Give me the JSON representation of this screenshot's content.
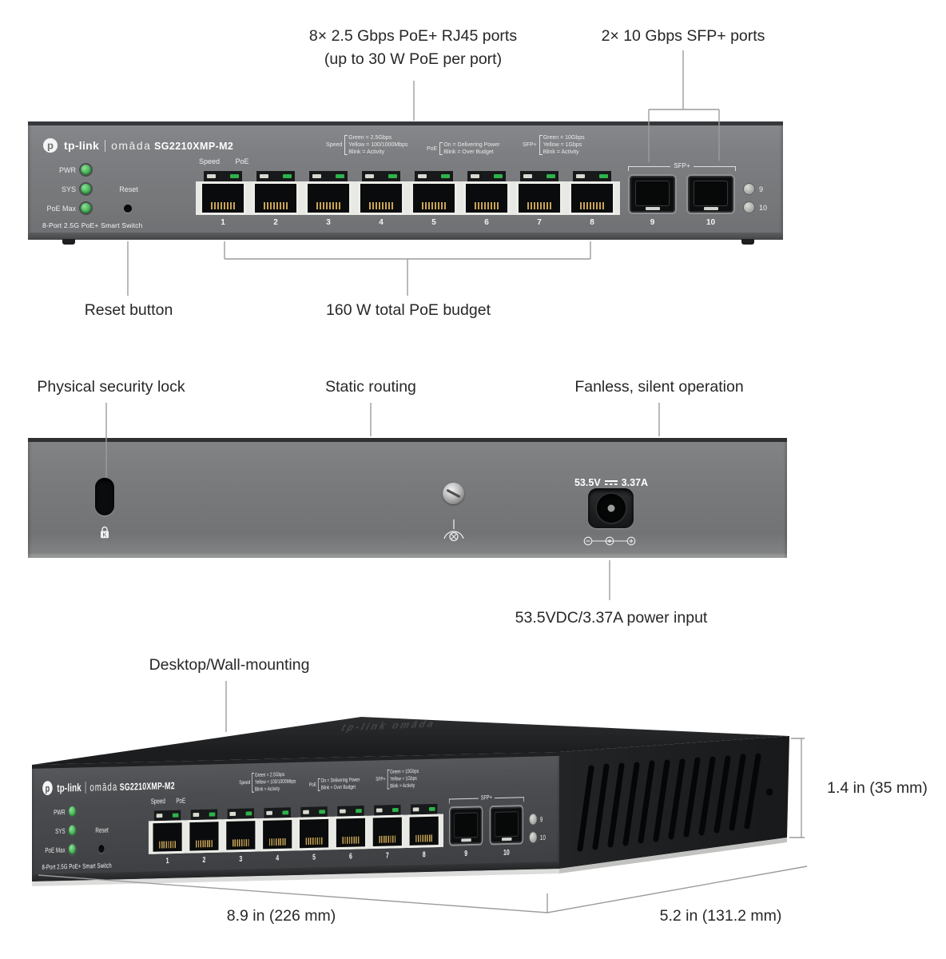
{
  "annotations": {
    "rj45_ports_line1": "8× 2.5 Gbps PoE+ RJ45 ports",
    "rj45_ports_line2": "(up to 30 W PoE per port)",
    "sfp_ports": "2× 10 Gbps SFP+ ports",
    "reset_button": "Reset button",
    "poe_budget": "160 W total PoE budget",
    "security_lock": "Physical security lock",
    "static_routing": "Static routing",
    "fanless": "Fanless, silent operation",
    "power_input": "53.5VDC/3.37A power input",
    "mounting": "Desktop/Wall-mounting",
    "dim_height": "1.4 in (35 mm)",
    "dim_width": "8.9 in (226 mm)",
    "dim_depth": "5.2 in (131.2 mm)"
  },
  "device": {
    "brand": "tp-link",
    "brand_sub": "omāda",
    "model": "SG2210XMP-M2",
    "tagline": "8-Port 2.5G PoE+ Smart Switch",
    "led_labels": [
      "PWR",
      "SYS",
      "PoE Max"
    ],
    "reset_label": "Reset",
    "speed_col_label": "Speed",
    "poe_col_label": "PoE",
    "rj45_port_numbers": [
      "1",
      "2",
      "3",
      "4",
      "5",
      "6",
      "7",
      "8"
    ],
    "sfp_group_label": "SFP+",
    "sfp_port_numbers": [
      "9",
      "10"
    ],
    "sfp_led_labels": [
      "9",
      "10"
    ],
    "legend_speed_title": "Speed",
    "legend_speed_lines": [
      "Green = 2.5Gbps",
      "Yellow = 100/1000Mbps",
      "Blink = Activity"
    ],
    "legend_poe_title": "PoE",
    "legend_poe_lines": [
      "On = Delivering Power",
      "Blink = Over Budget"
    ],
    "legend_sfp_title": "SFP+",
    "legend_sfp_lines": [
      "Green = 10Gbps",
      "Yellow = 1Gbps",
      "Blink = Activity"
    ],
    "power_rating_volts": "53.5V",
    "power_rating_amps": "3.37A"
  },
  "colors": {
    "status_led_green": "#3fae4f",
    "poe_led_green": "#2fb24a",
    "panel_gray": "#7a7c7e",
    "chassis_dark": "#1b1d1f"
  }
}
